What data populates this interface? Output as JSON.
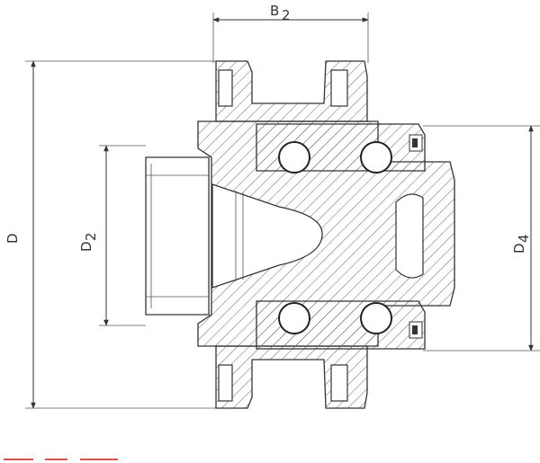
{
  "dimensions": {
    "b2": "B",
    "b2_sub": "2",
    "d": "D",
    "d2": "D",
    "d2_sub": "2",
    "d4": "D",
    "d4_sub": "4"
  },
  "colors": {
    "line": "#333333",
    "hatch": "#666666",
    "marker": "#d9534f"
  }
}
